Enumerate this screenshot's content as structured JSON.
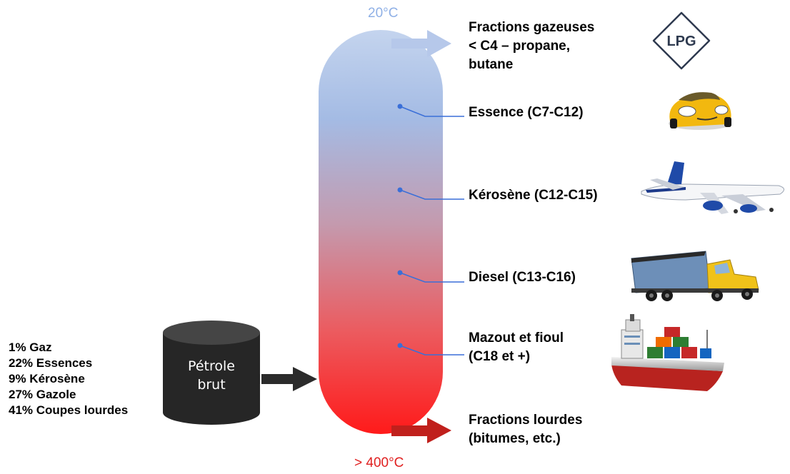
{
  "temperatures": {
    "top": "20°C",
    "bottom": "> 400°C",
    "top_color": "#8fb0e6",
    "bottom_color": "#e02020"
  },
  "column": {
    "color_top": "#c4d4ee",
    "color_middle": "#c49aae",
    "color_bottom": "#ff1a1a"
  },
  "crude_oil": {
    "label_line1": "Pétrole",
    "label_line2": "brut",
    "color": "#222222"
  },
  "composition": [
    "1% Gaz",
    "22% Essences",
    "9% Kérosène",
    "27% Gazole",
    "41% Coupes lourdes"
  ],
  "fractions": {
    "gas": {
      "line1": "Fractions gazeuses",
      "line2": "< C4 – propane,",
      "line3": "butane",
      "icon": "LPG"
    },
    "gasoline": {
      "label": "Essence (C7-C12)",
      "icon": "car-icon"
    },
    "kerosene": {
      "label": "Kérosène (C12-C15)",
      "icon": "airplane-icon"
    },
    "diesel": {
      "label": "Diesel (C13-C16)",
      "icon": "truck-icon"
    },
    "fuel_oil": {
      "line1": "Mazout et fioul",
      "line2": "(C18 et +)",
      "icon": "ship-icon"
    },
    "heavy": {
      "line1": "Fractions lourdes",
      "line2": "(bitumes, etc.)"
    }
  },
  "connector_color": "#3a6fd8"
}
